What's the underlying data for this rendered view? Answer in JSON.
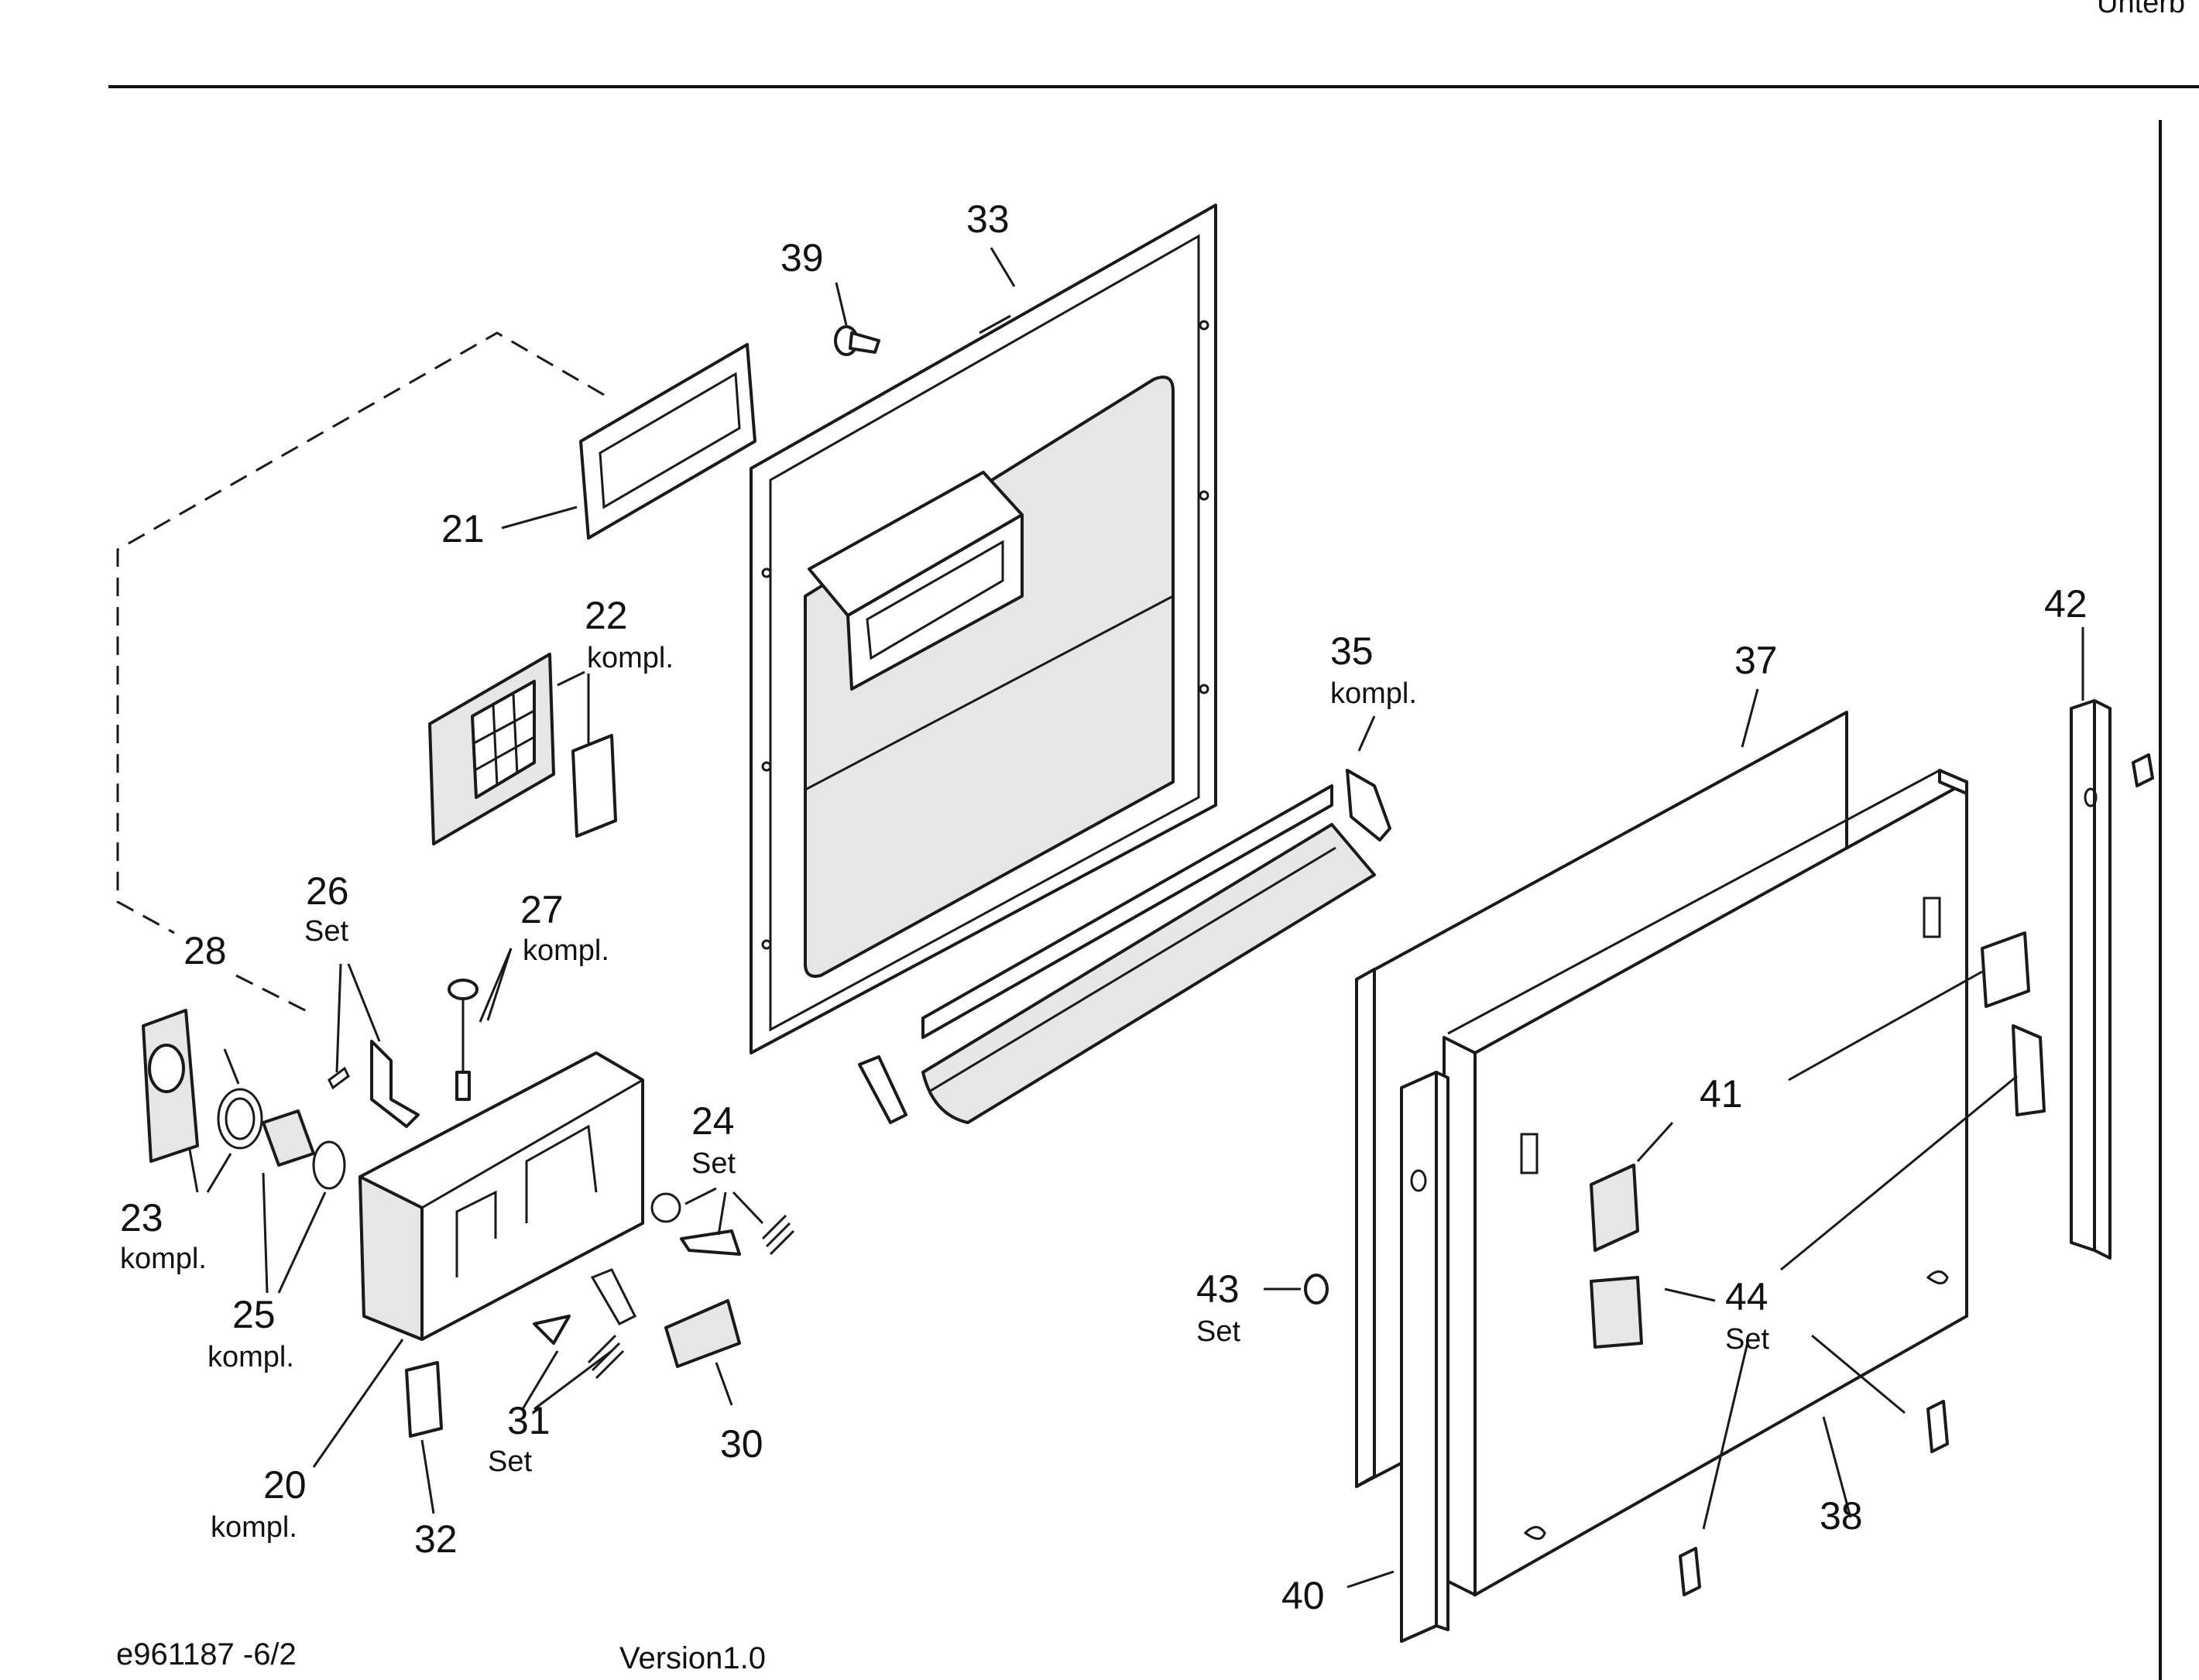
{
  "header": {
    "corner_text": "Unterb"
  },
  "footer": {
    "drawing_number": "e961187 -6/2",
    "version": "Version1.0"
  },
  "callouts": [
    {
      "id": "c20",
      "number": "20",
      "note": "kompl."
    },
    {
      "id": "c21",
      "number": "21",
      "note": ""
    },
    {
      "id": "c22",
      "number": "22",
      "note": "kompl."
    },
    {
      "id": "c23",
      "number": "23",
      "note": "kompl."
    },
    {
      "id": "c24",
      "number": "24",
      "note": "Set"
    },
    {
      "id": "c25",
      "number": "25",
      "note": "kompl."
    },
    {
      "id": "c26",
      "number": "26",
      "note": "Set"
    },
    {
      "id": "c27",
      "number": "27",
      "note": "kompl."
    },
    {
      "id": "c28",
      "number": "28",
      "note": ""
    },
    {
      "id": "c30",
      "number": "30",
      "note": ""
    },
    {
      "id": "c31",
      "number": "31",
      "note": "Set"
    },
    {
      "id": "c32",
      "number": "32",
      "note": ""
    },
    {
      "id": "c33",
      "number": "33",
      "note": ""
    },
    {
      "id": "c35",
      "number": "35",
      "note": "kompl."
    },
    {
      "id": "c37",
      "number": "37",
      "note": ""
    },
    {
      "id": "c38",
      "number": "38",
      "note": ""
    },
    {
      "id": "c39",
      "number": "39",
      "note": ""
    },
    {
      "id": "c40",
      "number": "40",
      "note": ""
    },
    {
      "id": "c41",
      "number": "41",
      "note": ""
    },
    {
      "id": "c42",
      "number": "42",
      "note": ""
    },
    {
      "id": "c43",
      "number": "43",
      "note": "Set"
    },
    {
      "id": "c44",
      "number": "44",
      "note": "Set"
    }
  ]
}
